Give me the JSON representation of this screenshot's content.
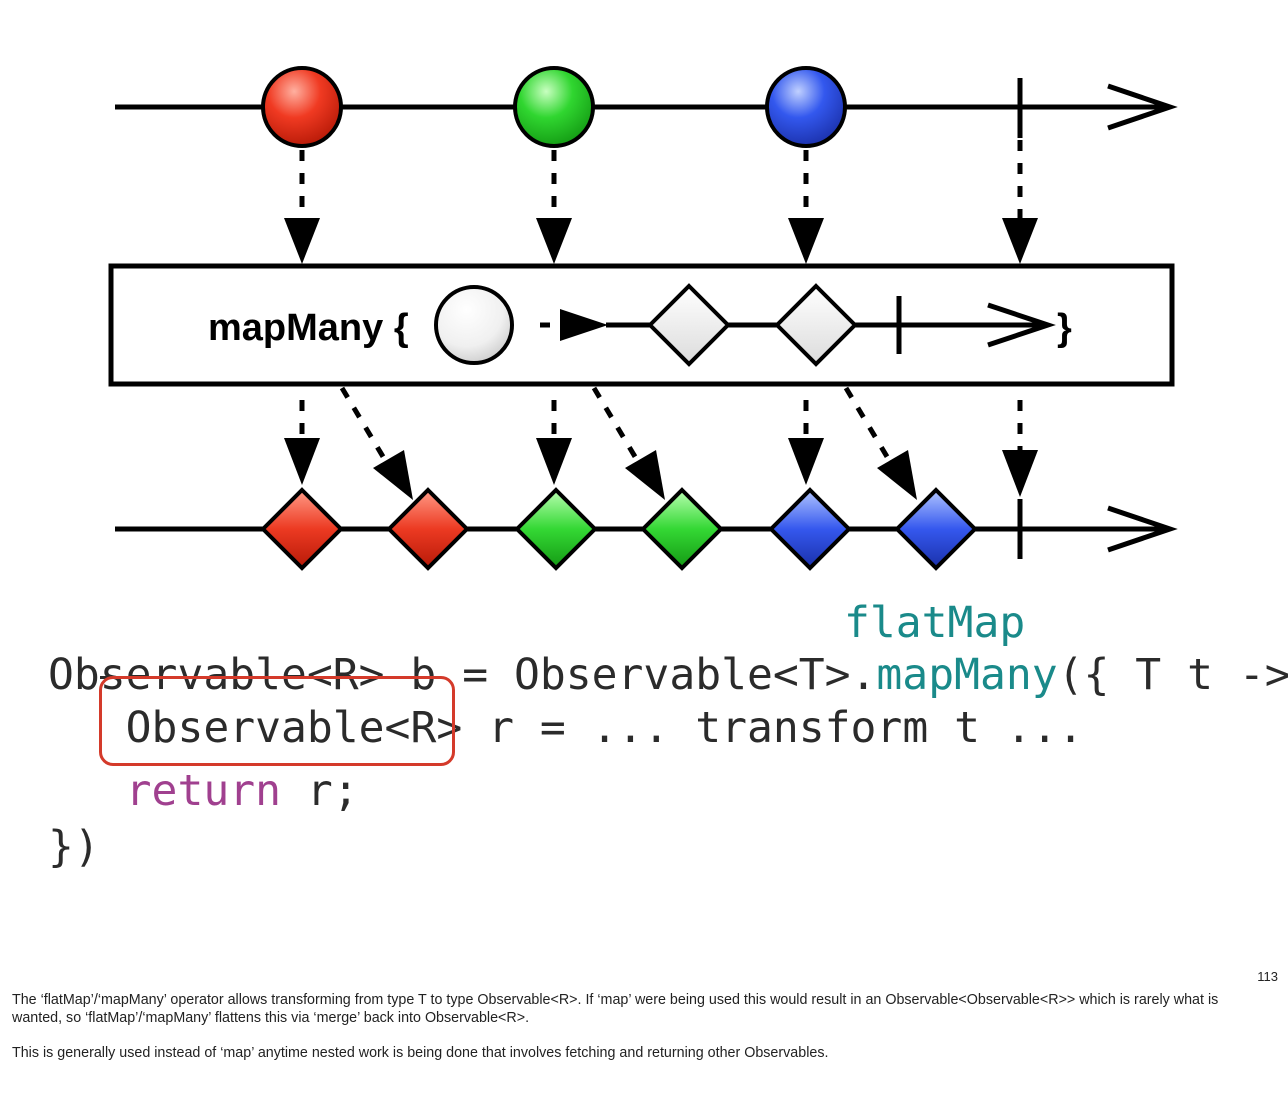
{
  "operator_label": "mapMany {",
  "closing_brace": "}",
  "colors": {
    "red": "#e8321e",
    "green": "#2ecc2e",
    "blue": "#2f55e6",
    "line": "#000000"
  },
  "input_items": [
    "red",
    "green",
    "blue"
  ],
  "output_items": [
    "red",
    "red",
    "green",
    "green",
    "blue",
    "blue"
  ],
  "code": {
    "alt_name": "flatMap",
    "line1_prefix": "Observable<R> b = Observable<T>.",
    "method": "mapMany",
    "line1_suffix": "({ T t ->",
    "line2_type": "Observable<R>",
    "line2_rest": " r = ... transform t ...",
    "line3_kw": "return",
    "line3_rest": " r;",
    "line4": "})"
  },
  "slide_number": "113",
  "notes": [
    "The ‘flatMap’/‘mapMany’ operator allows transforming from type T to type Observable<R>. If ‘map’ were being used this would result in an Observable<Observable<R>> which is rarely what is wanted, so ‘flatMap’/‘mapMany’ flattens this via ‘merge’ back into Observable<R>.",
    "This is generally used instead of ‘map’ anytime nested work is being done that involves fetching and returning other Observables."
  ]
}
